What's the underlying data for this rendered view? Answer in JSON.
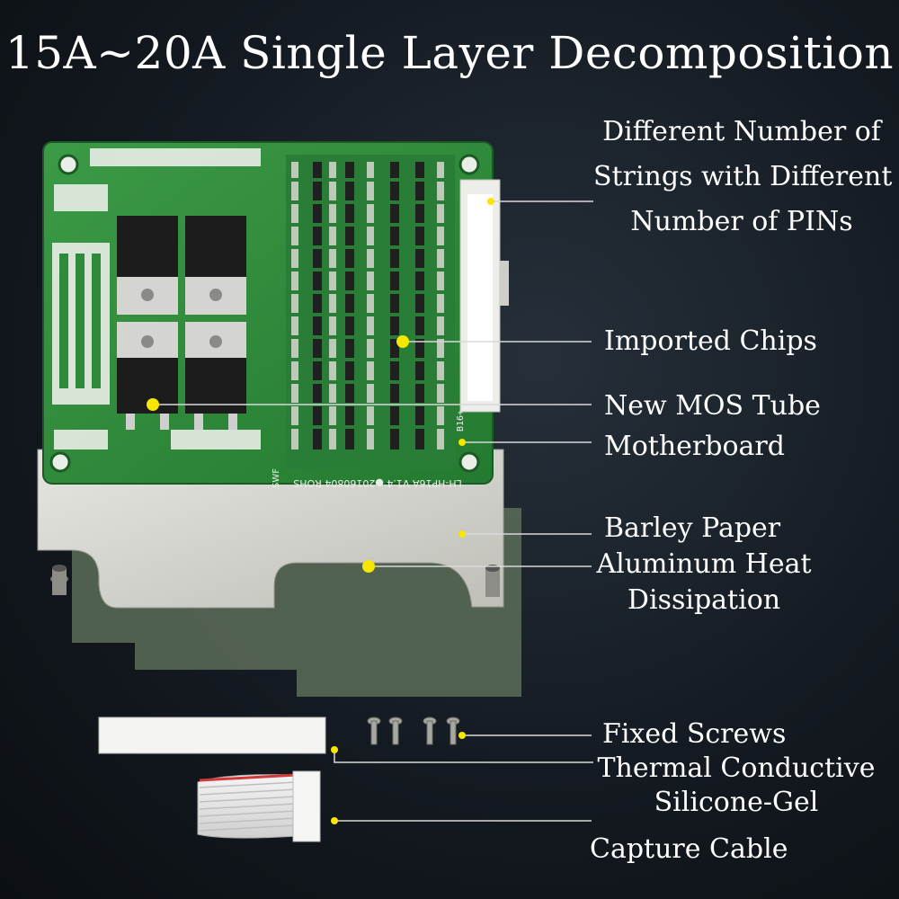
{
  "title": "15A~20A Single Layer Decomposition",
  "board": {
    "silkscreen": "LH-HP16A V1.4 ●20160804 ROHS",
    "brand": "SWF",
    "connector_label": "B16+"
  },
  "labels": [
    {
      "id": "strings",
      "lines": [
        "Different Number of",
        "Strings with Different",
        "Number of PINs"
      ]
    },
    {
      "id": "chips",
      "lines": [
        "Imported Chips"
      ]
    },
    {
      "id": "mos",
      "lines": [
        "New MOS Tube"
      ]
    },
    {
      "id": "motherboard",
      "lines": [
        "Motherboard"
      ]
    },
    {
      "id": "barley",
      "lines": [
        "Barley Paper"
      ]
    },
    {
      "id": "aluminum",
      "lines": [
        "Aluminum Heat",
        "Dissipation"
      ]
    },
    {
      "id": "screws",
      "lines": [
        "Fixed Screws"
      ]
    },
    {
      "id": "thermal",
      "lines": [
        "Thermal Conductive",
        "Silicone-Gel"
      ]
    },
    {
      "id": "cable",
      "lines": [
        "Capture Cable"
      ]
    }
  ],
  "colors": {
    "pcb": "#2f8a3c",
    "pcb_dark": "#1f6a2a",
    "aluminum": "#d8d8d2",
    "barley": "#6d8068",
    "marker": "#f7e600"
  }
}
